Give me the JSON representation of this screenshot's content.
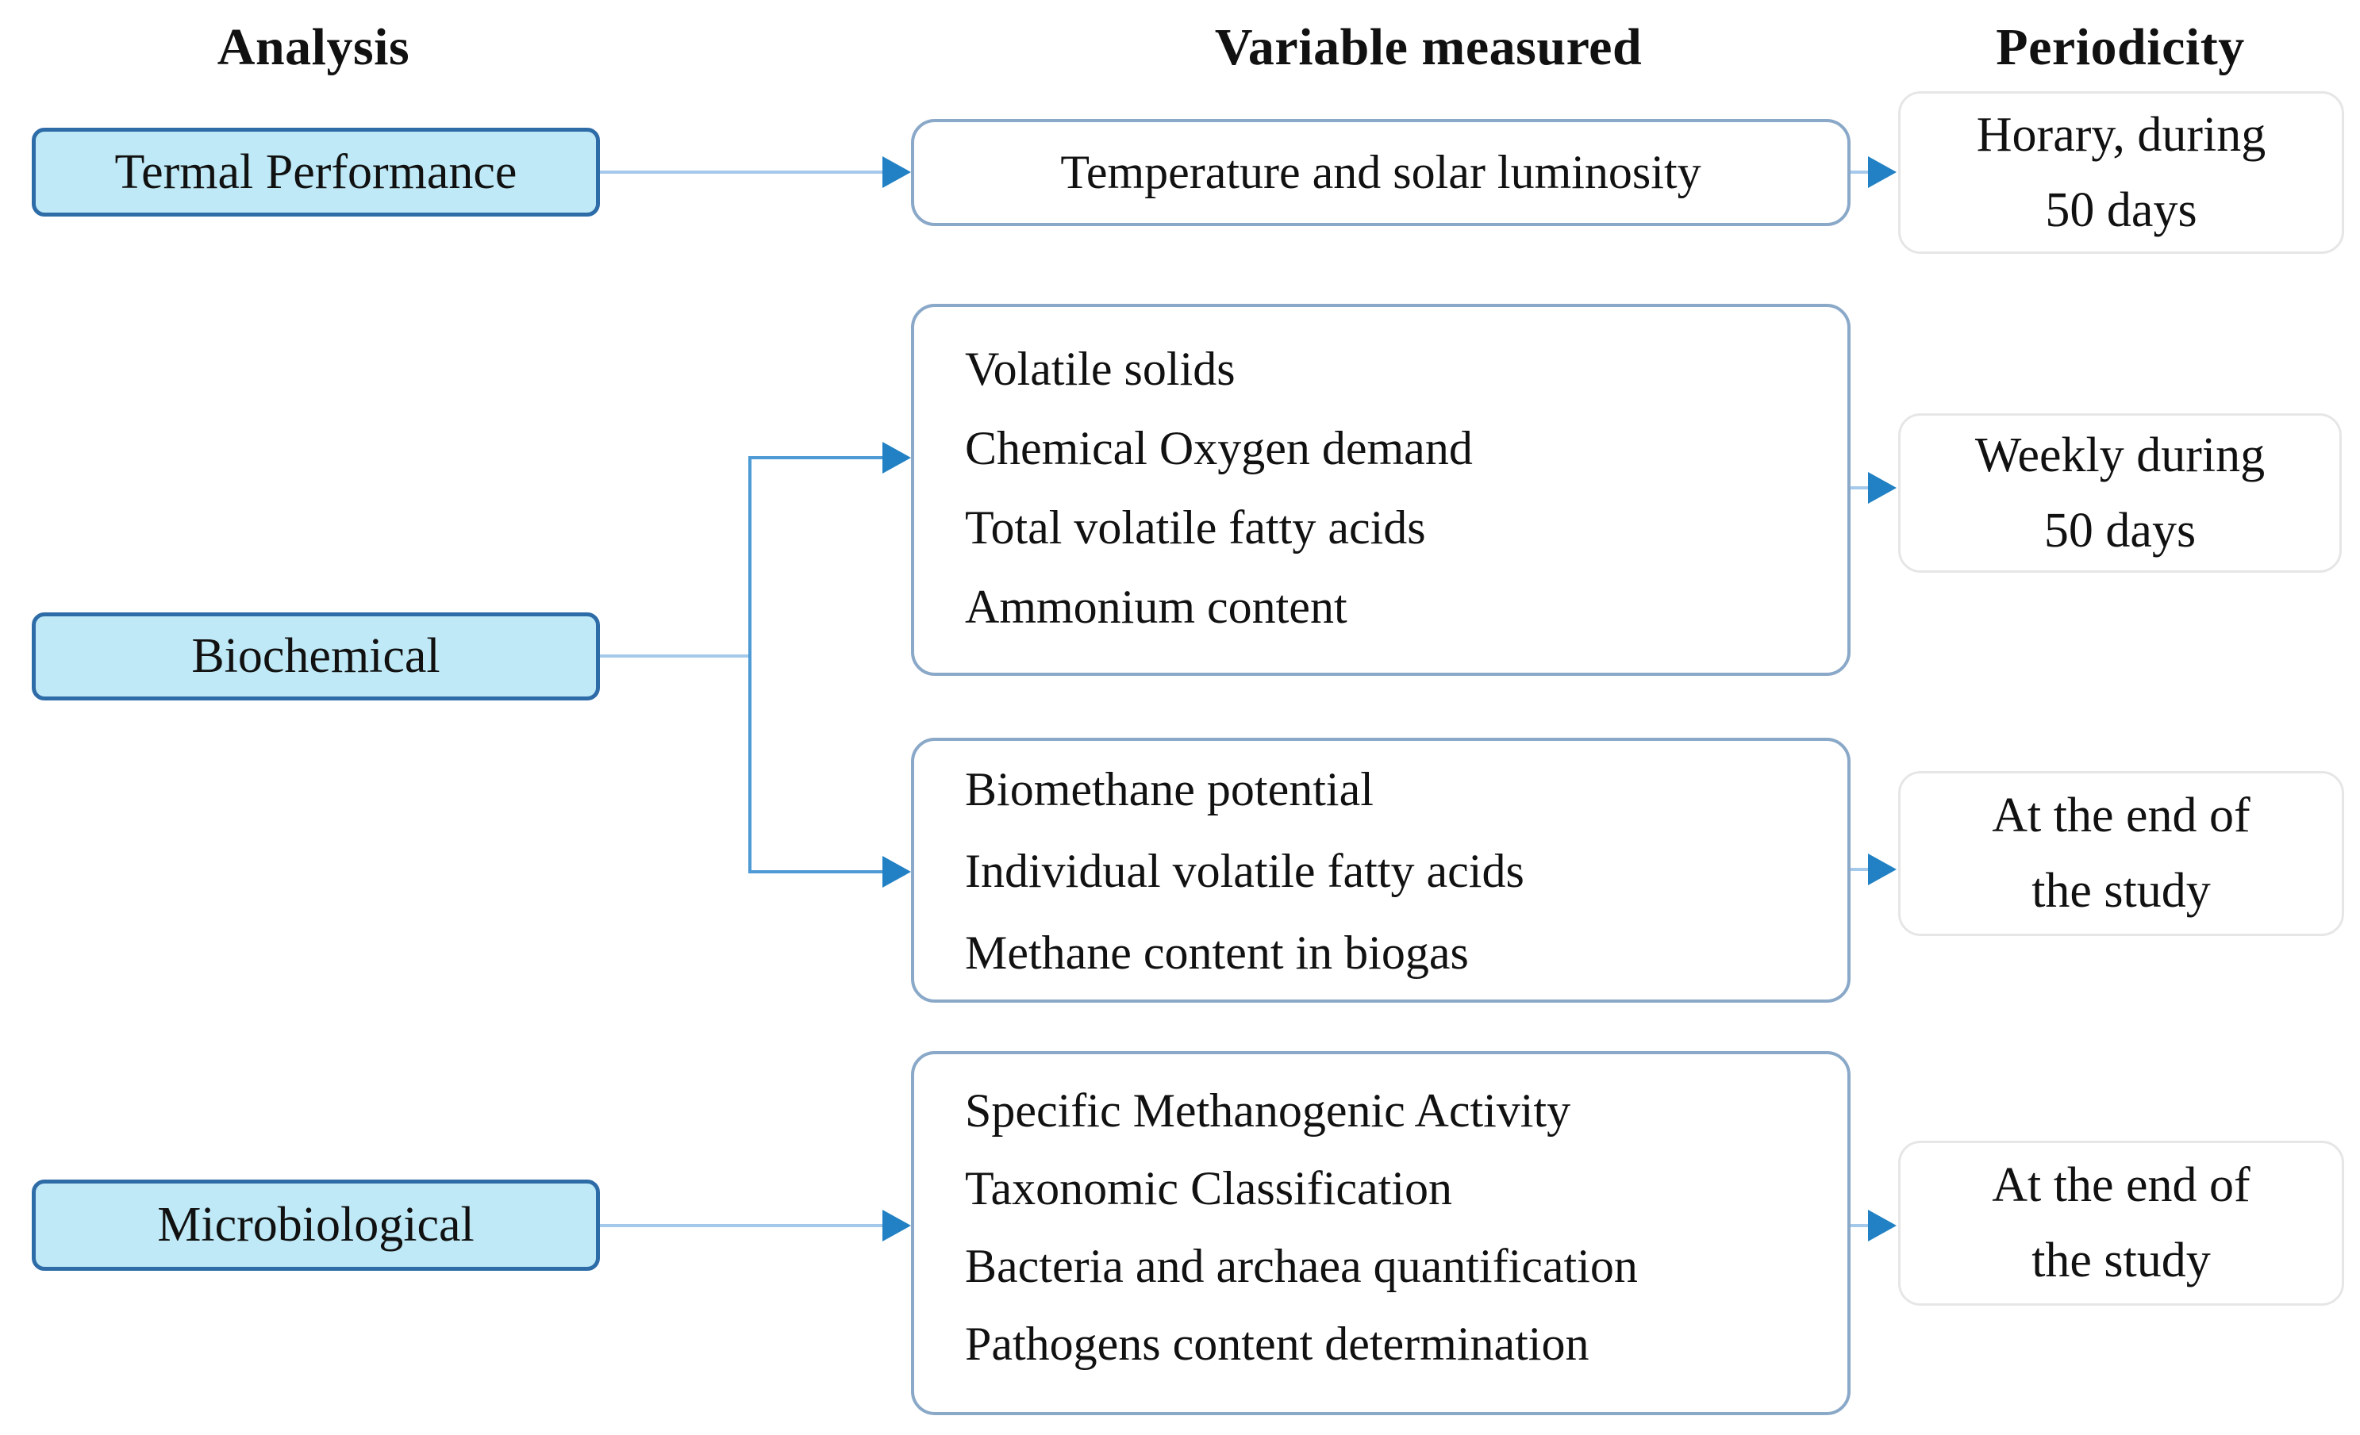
{
  "headers": {
    "analysis": "Analysis",
    "variable_measured": "Variable measured",
    "periodicity": "Periodicity"
  },
  "analysis_boxes": {
    "thermal": "Termal Performance",
    "biochemical": "Biochemical",
    "microbiological": "Microbiological"
  },
  "variable_boxes": {
    "thermal": {
      "lines": [
        "Temperature and solar luminosity"
      ]
    },
    "biochemical_weekly": {
      "lines": [
        "Volatile solids",
        "Chemical Oxygen demand",
        "Total volatile fatty acids",
        "Ammonium content"
      ]
    },
    "biochemical_final": {
      "lines": [
        "Biomethane potential",
        "Individual volatile fatty acids",
        "Methane content in biogas"
      ]
    },
    "microbiological": {
      "lines": [
        "Specific Methanogenic Activity",
        "Taxonomic Classification",
        "Bacteria and archaea quantification",
        "Pathogens content determination"
      ]
    }
  },
  "periodicity_boxes": {
    "thermal": {
      "lines": [
        "Horary, during",
        "50 days"
      ]
    },
    "biochemical_weekly": {
      "lines": [
        "Weekly during",
        "50 days"
      ]
    },
    "biochemical_final": {
      "lines": [
        "At the end of",
        "the study"
      ]
    },
    "microbiological": {
      "lines": [
        "At the end of",
        "the study"
      ]
    }
  },
  "colors": {
    "analysis_box_fill": "#bfe9f6",
    "analysis_box_border": "#2e6ca8",
    "variable_box_border": "#8aa8c8",
    "periodicity_box_border": "#e6e6e6",
    "connector_line_light": "#a5c9ea",
    "connector_line_mid": "#4d9ad5",
    "arrowhead": "#2181c4",
    "text": "#111111",
    "background": "#ffffff"
  }
}
